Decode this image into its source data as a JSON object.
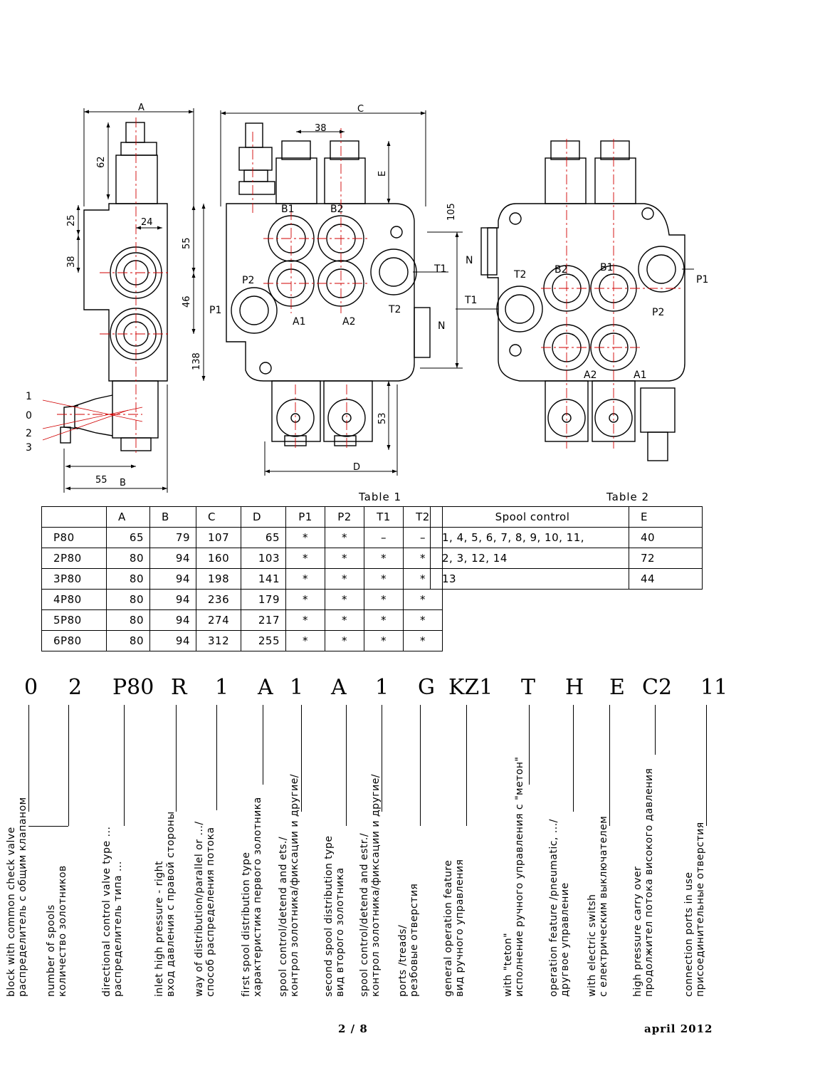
{
  "drawing": {
    "dims": {
      "A": "A",
      "C": "C",
      "B": "B",
      "D": "D",
      "E": "E",
      "d62": "62",
      "d25": "25",
      "d38": "38",
      "d24": "24",
      "d55": "55",
      "d46": "46",
      "d138": "138",
      "d38top": "38",
      "d105": "105",
      "d53": "53",
      "d55b": "55"
    },
    "ports": {
      "B1": "B1",
      "B2": "B2",
      "P2": "P2",
      "P1": "P1",
      "A1": "A1",
      "A2": "A2",
      "T1": "T1",
      "T2": "T2",
      "N": "N"
    },
    "positions": [
      "1",
      "0",
      "2",
      "3"
    ]
  },
  "table1": {
    "caption": "Table 1",
    "headers": [
      "",
      "A",
      "B",
      "C",
      "D",
      "P1",
      "P2",
      "T1",
      "T2"
    ],
    "rows": [
      [
        "P80",
        "65",
        "79",
        "107",
        "65",
        "*",
        "*",
        "–",
        "–"
      ],
      [
        "2P80",
        "80",
        "94",
        "160",
        "103",
        "*",
        "*",
        "*",
        "*"
      ],
      [
        "3P80",
        "80",
        "94",
        "198",
        "141",
        "*",
        "*",
        "*",
        "*"
      ],
      [
        "4P80",
        "80",
        "94",
        "236",
        "179",
        "*",
        "*",
        "*",
        "*"
      ],
      [
        "5P80",
        "80",
        "94",
        "274",
        "217",
        "*",
        "*",
        "*",
        "*"
      ],
      [
        "6P80",
        "80",
        "94",
        "312",
        "255",
        "*",
        "*",
        "*",
        "*"
      ]
    ]
  },
  "table2": {
    "caption": "Table 2",
    "headers": [
      "Spool control",
      "E"
    ],
    "rows": [
      [
        "1, 4, 5, 6, 7, 8, 9, 10, 11,",
        "40"
      ],
      [
        "2, 3, 12, 14",
        "72"
      ],
      [
        "13",
        "44"
      ]
    ]
  },
  "code": {
    "items": [
      "0",
      "2",
      "P80",
      "R",
      "1",
      "A",
      "1",
      "A",
      "1",
      "G",
      "KZ1",
      "T",
      "H",
      "E",
      "C2",
      "11"
    ],
    "labels": [
      [
        "block with common check valve",
        "распределитель с общим клапаном"
      ],
      [
        "number of spools",
        "количество золотников"
      ],
      [
        "directional control valve type ...",
        "распределитель типа ..."
      ],
      [
        "inlet high pressure - right",
        "вход давления с правой стороны"
      ],
      [
        "way of distribution/parallel or .../",
        "способ распределения потока"
      ],
      [
        "first spool distribution type",
        "характеристика первого золотника"
      ],
      [
        "spool control/detend and ets./",
        "контрол золотника/фиксации и другие/"
      ],
      [
        "second spool distribution type",
        "вид второго золотника"
      ],
      [
        "spool control/detend and estr./",
        "контрол золотника/фиксации и другие/"
      ],
      [
        "ports /treads/",
        "резбовые отверстия"
      ],
      [
        "general operation feature",
        "вид ручного управления"
      ],
      [
        "with \"teton\"",
        "исполнение ручного управления с \"метон\""
      ],
      [
        "operation feature /pneumatic, .../",
        "другвое управление"
      ],
      [
        "with electric switsh",
        "с електрическим выключателем"
      ],
      [
        "high pressure carry over",
        "продолжител потока високого давления"
      ],
      [
        "connection ports in use",
        "присоединительные отверстия"
      ]
    ]
  },
  "footer": {
    "page": "2 / 8",
    "date": "april 2012"
  }
}
